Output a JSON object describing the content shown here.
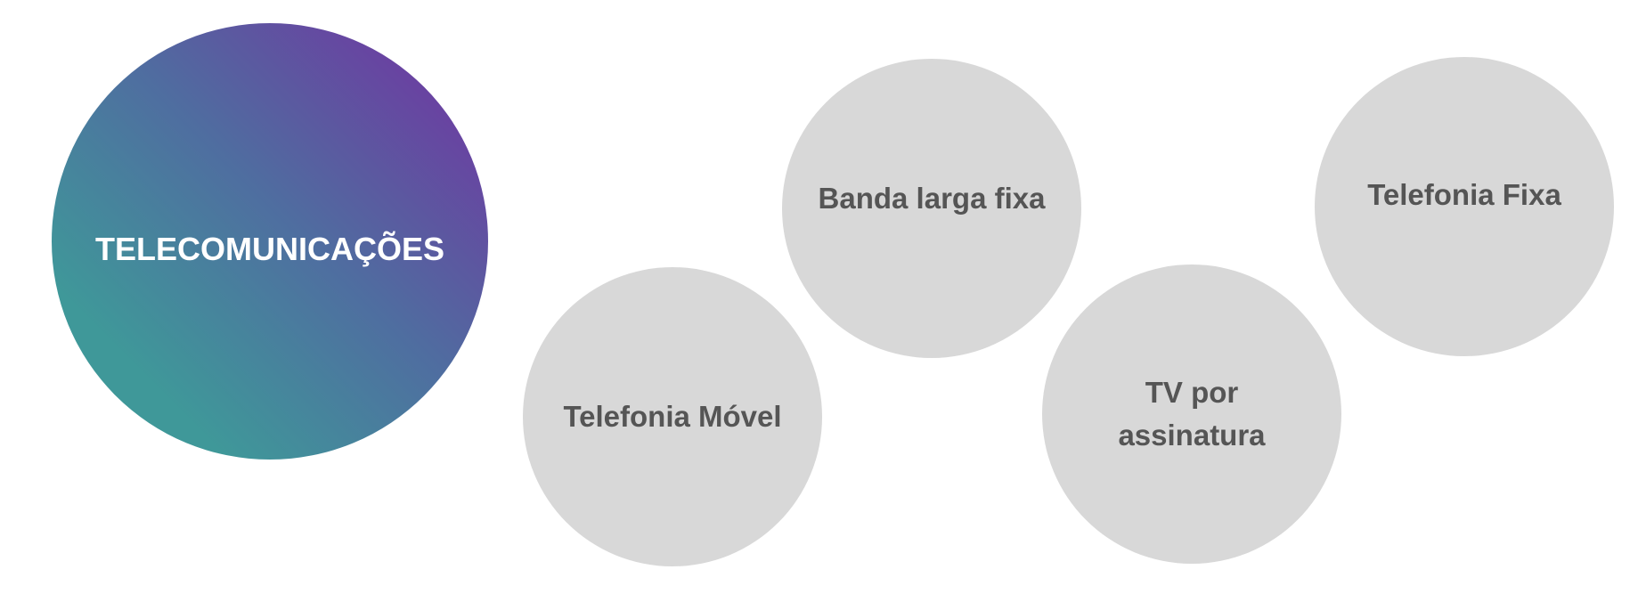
{
  "diagram": {
    "main": {
      "label": "TELECOMUNICAÇÕES",
      "gradient": [
        "#3f9899",
        "#4f6da0",
        "#6b3fa1"
      ]
    },
    "nodes": [
      {
        "id": "banda-larga",
        "label": "Banda larga fixa"
      },
      {
        "id": "telefonia-movel",
        "label": "Telefonia Móvel"
      },
      {
        "id": "tv-assinatura",
        "label": "TV por assinatura"
      },
      {
        "id": "telefonia-fixa",
        "label": "Telefonia Fixa"
      }
    ],
    "colors": {
      "node_fill": "#d8d8d8",
      "node_text": "#555555",
      "main_text": "#ffffff"
    }
  }
}
